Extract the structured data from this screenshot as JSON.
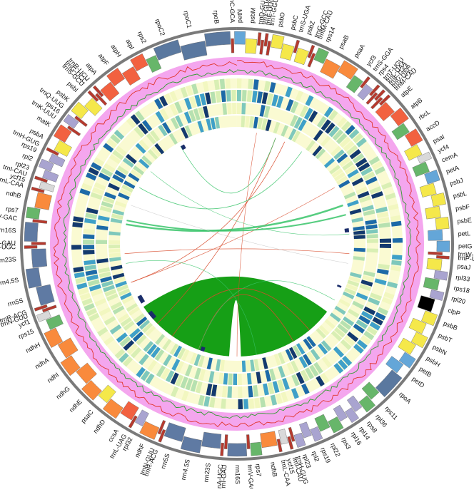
{
  "colors": {
    "background": "#ffffff",
    "backbone": "#7a7a7a",
    "photosystem_yellow": "#f5e84a",
    "atp_red": "#f26140",
    "nadh_orange": "#f98a3c",
    "rbcL_green": "#67b66a",
    "ribosomal_lavender": "#a9a4d0",
    "rpo_slate": "#5a789f",
    "cytochrome_blue": "#64a6d8",
    "clp_black": "#000000",
    "rrn_steel": "#5f7aa3",
    "trna_darkred": "#b63a2e",
    "gc_band_pink": "#f4a6ee",
    "gc_line_red": "#e0342a",
    "gc_line_green": "#2e9e2e",
    "heat_light": "#fafad2",
    "heat_mid": "#9ad0a0",
    "heat_dark": "#1a3a6e",
    "ir_link_green": "#0a9a0a",
    "link_red": "#d84a2a",
    "link_green": "#38c46a",
    "link_navy": "#1a2d6a"
  },
  "outer_genes": [
    {
      "label": "trnS-GGA",
      "type": "trna"
    },
    {
      "label": "rps4",
      "type": "ribosomal"
    },
    {
      "label": "trnT-UGU",
      "type": "trna"
    },
    {
      "label": "trnL-UAA",
      "type": "trna"
    },
    {
      "label": "trnF-GAA",
      "type": "trna"
    },
    {
      "label": "trnV-UAC",
      "type": "trna"
    },
    {
      "label": "trnM-CAU",
      "type": "trna"
    },
    {
      "label": "atpE",
      "type": "atp"
    },
    {
      "label": "atpB",
      "type": "atp"
    },
    {
      "label": "rbcL",
      "type": "rbcl"
    },
    {
      "label": "accD",
      "type": "atp"
    },
    {
      "label": "psaI",
      "type": "photosystem"
    },
    {
      "label": "ycf4",
      "type": "other"
    },
    {
      "label": "cemA",
      "type": "rbcl"
    },
    {
      "label": "petA",
      "type": "cytochrome"
    },
    {
      "label": "psbJ",
      "type": "photosystem"
    },
    {
      "label": "psbL",
      "type": "photosystem"
    },
    {
      "label": "psbF",
      "type": "photosystem"
    },
    {
      "label": "psbE",
      "type": "photosystem"
    },
    {
      "label": "petL",
      "type": "cytochrome"
    },
    {
      "label": "petG",
      "type": "cytochrome"
    },
    {
      "label": "trnW-CCA",
      "type": "trna"
    },
    {
      "label": "trnP-UGG",
      "type": "trna"
    },
    {
      "label": "psaJ",
      "type": "photosystem"
    },
    {
      "label": "rpl33",
      "type": "ribosomal"
    },
    {
      "label": "rps18",
      "type": "rbcl"
    },
    {
      "label": "rpl20",
      "type": "ribosomal"
    },
    {
      "label": "clpP",
      "type": "clp"
    },
    {
      "label": "psbB",
      "type": "photosystem"
    },
    {
      "label": "psbT",
      "type": "photosystem"
    },
    {
      "label": "psbN",
      "type": "photosystem"
    },
    {
      "label": "psbH",
      "type": "photosystem"
    },
    {
      "label": "petB",
      "type": "cytochrome"
    },
    {
      "label": "petD",
      "type": "cytochrome"
    },
    {
      "label": "rpoA",
      "type": "rpo"
    },
    {
      "label": "rps11",
      "type": "rbcl"
    },
    {
      "label": "rpl36",
      "type": "rbcl"
    },
    {
      "label": "rps8",
      "type": "ribosomal"
    },
    {
      "label": "rpl14",
      "type": "ribosomal"
    },
    {
      "label": "rpl16",
      "type": "ribosomal"
    },
    {
      "label": "rps3",
      "type": "rbcl"
    },
    {
      "label": "rpl22",
      "type": "rbcl"
    },
    {
      "label": "rps19",
      "type": "ribosomal"
    },
    {
      "label": "rpl2",
      "type": "ribosomal"
    },
    {
      "label": "rpl23",
      "type": "ribosomal"
    },
    {
      "label": "trnH-GUG",
      "type": "trna"
    },
    {
      "label": "trnI-CAU",
      "type": "trna"
    },
    {
      "label": "ycf15",
      "type": "other"
    },
    {
      "label": "trnL-CAA",
      "type": "trna"
    },
    {
      "label": "ndhB",
      "type": "nadh"
    },
    {
      "label": "rps7",
      "type": "rbcl"
    },
    {
      "label": "trnV-GAC",
      "type": "trna"
    },
    {
      "label": "rrn16S",
      "type": "rrn"
    },
    {
      "label": "trnI-GAU",
      "type": "trna"
    },
    {
      "label": "trnA-UGC",
      "type": "trna"
    },
    {
      "label": "rrn23S",
      "type": "rrn"
    },
    {
      "label": "rrn4.5S",
      "type": "rrn"
    },
    {
      "label": "rrn5S",
      "type": "rrn"
    },
    {
      "label": "trnR-ACG",
      "type": "trna"
    },
    {
      "label": "trnN-GUU",
      "type": "trna"
    },
    {
      "label": "ndhF",
      "type": "nadh"
    },
    {
      "label": "rpl32",
      "type": "ribosomal"
    },
    {
      "label": "trnL-UAG",
      "type": "trna"
    },
    {
      "label": "ccsA",
      "type": "atp"
    },
    {
      "label": "ndhD",
      "type": "nadh"
    },
    {
      "label": "psaC",
      "type": "photosystem"
    },
    {
      "label": "ndhE",
      "type": "nadh"
    },
    {
      "label": "ndhG",
      "type": "nadh"
    },
    {
      "label": "ndhI",
      "type": "nadh"
    },
    {
      "label": "ndhA",
      "type": "nadh"
    },
    {
      "label": "ndhH",
      "type": "nadh"
    },
    {
      "label": "rps15",
      "type": "rbcl"
    },
    {
      "label": "ycf1",
      "type": "other"
    },
    {
      "label": "trnN-GUU",
      "type": "trna"
    },
    {
      "label": "trnR-ACG",
      "type": "trna"
    },
    {
      "label": "rrn5S",
      "type": "rrn"
    },
    {
      "label": "rrn4.5S",
      "type": "rrn"
    },
    {
      "label": "rrn23S",
      "type": "rrn"
    },
    {
      "label": "trnA-UGC",
      "type": "trna"
    },
    {
      "label": "trnI-GAU",
      "type": "trna"
    },
    {
      "label": "rrn16S",
      "type": "rrn"
    },
    {
      "label": "trnV-GAC",
      "type": "trna"
    },
    {
      "label": "rps7",
      "type": "rbcl"
    },
    {
      "label": "ndhB",
      "type": "nadh"
    },
    {
      "label": "trnL-CAA",
      "type": "trna"
    },
    {
      "label": "ycf15",
      "type": "other"
    },
    {
      "label": "trnI-CAU",
      "type": "trna"
    },
    {
      "label": "rpl23",
      "type": "ribosomal"
    },
    {
      "label": "rpl2",
      "type": "ribosomal"
    },
    {
      "label": "rps19",
      "type": "ribosomal"
    },
    {
      "label": "trnH-GUG",
      "type": "trna"
    },
    {
      "label": "psbA",
      "type": "photosystem"
    },
    {
      "label": "matK",
      "type": "atp"
    },
    {
      "label": "trnK-UUU",
      "type": "trna"
    },
    {
      "label": "rps16",
      "type": "ribosomal"
    },
    {
      "label": "trnQ-UUG",
      "type": "trna"
    },
    {
      "label": "psbK",
      "type": "photosystem"
    },
    {
      "label": "psbI",
      "type": "photosystem"
    },
    {
      "label": "trnS-GCU",
      "type": "trna"
    },
    {
      "label": "trnG-UCC",
      "type": "trna"
    },
    {
      "label": "trnR-UCU",
      "type": "trna"
    },
    {
      "label": "atpA",
      "type": "atp"
    },
    {
      "label": "atpF",
      "type": "atp"
    },
    {
      "label": "atpH",
      "type": "atp"
    },
    {
      "label": "atpI",
      "type": "atp"
    },
    {
      "label": "rps2",
      "type": "rbcl"
    },
    {
      "label": "rpoC2",
      "type": "rpo"
    },
    {
      "label": "rpoC1",
      "type": "rpo"
    },
    {
      "label": "rpoB",
      "type": "rpo"
    },
    {
      "label": "trnC-GCA",
      "type": "trna"
    },
    {
      "label": "petN",
      "type": "cytochrome"
    },
    {
      "label": "psbM",
      "type": "photosystem"
    },
    {
      "label": "trnD-GUC",
      "type": "trna"
    },
    {
      "label": "trnY-GUA",
      "type": "trna"
    },
    {
      "label": "trnE-UUC",
      "type": "trna"
    },
    {
      "label": "trnT-GGU",
      "type": "trna"
    },
    {
      "label": "psbD",
      "type": "photosystem"
    },
    {
      "label": "psbC",
      "type": "photosystem"
    },
    {
      "label": "trnS-UGA",
      "type": "trna"
    },
    {
      "label": "psbZ",
      "type": "photosystem"
    },
    {
      "label": "trnG-GCC",
      "type": "trna"
    },
    {
      "label": "trnfM-CAU",
      "type": "trna"
    },
    {
      "label": "rps14",
      "type": "rbcl"
    },
    {
      "label": "psaB",
      "type": "nadh"
    },
    {
      "label": "psaA",
      "type": "nadh"
    },
    {
      "label": "ycf3",
      "type": "rbcl"
    }
  ]
}
